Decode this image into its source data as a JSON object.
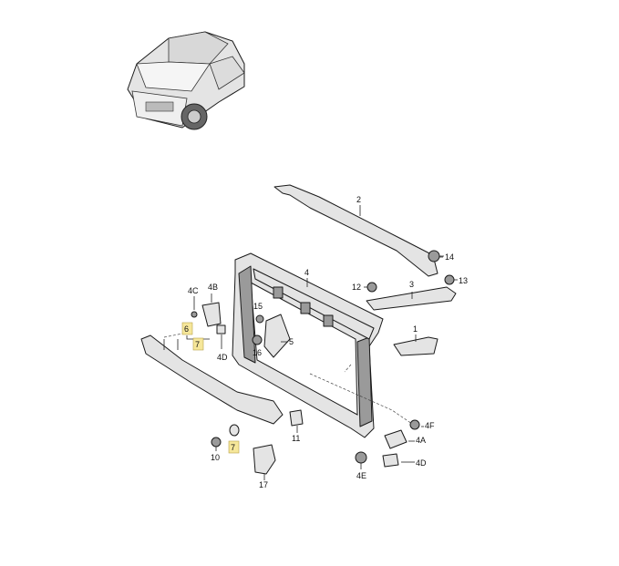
{
  "labels": {
    "l1": "1",
    "l2": "2",
    "l3": "3",
    "l4": "4",
    "l5": "5",
    "l6": "6",
    "l7a": "7",
    "l7b": "7",
    "l10": "10",
    "l11": "11",
    "l12": "12",
    "l13": "13",
    "l14": "14",
    "l15": "15",
    "l16": "16",
    "l17": "17",
    "l4a": "4A",
    "l4b": "4B",
    "l4c": "4C",
    "l4d1": "4D",
    "l4d2": "4D",
    "l4e": "4E",
    "l4f": "4F"
  },
  "highlight_color": "#f6e79a"
}
